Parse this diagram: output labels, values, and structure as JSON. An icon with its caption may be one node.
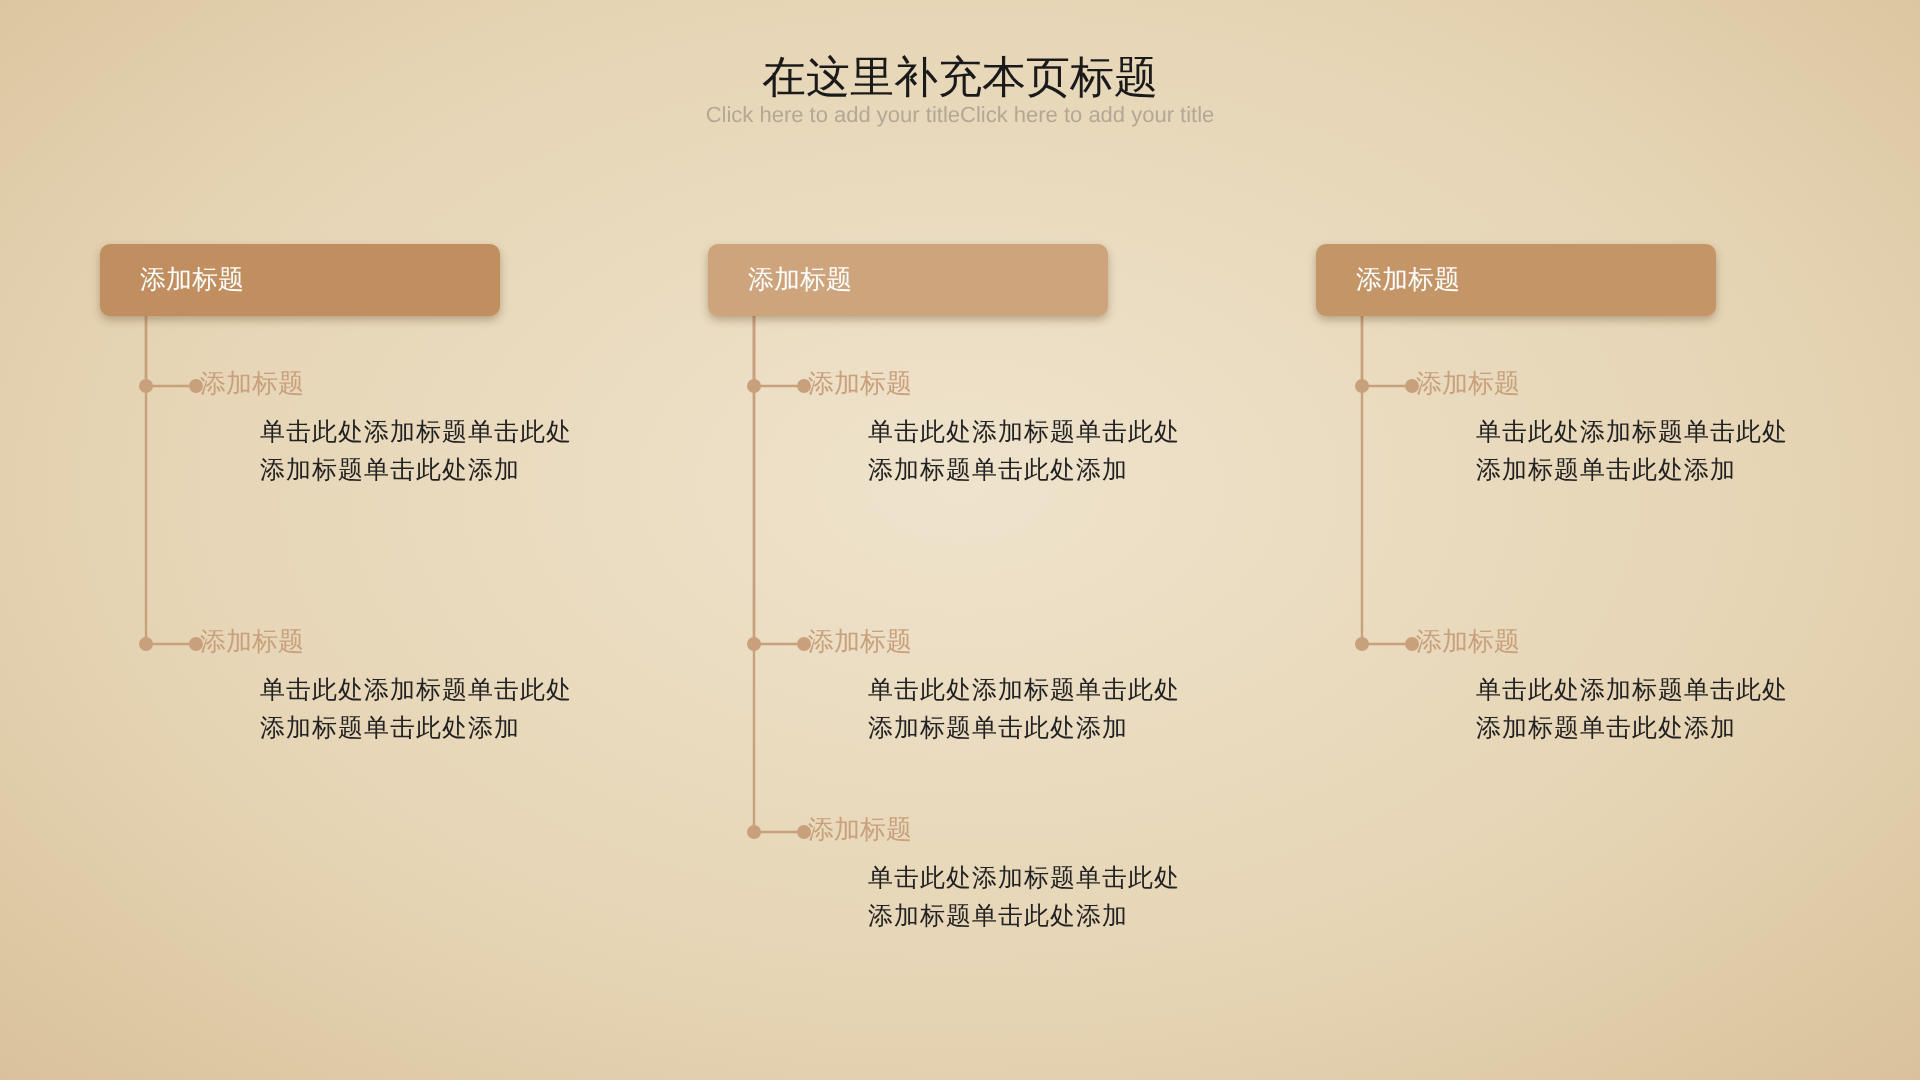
{
  "diagram": {
    "title": "在这里补充本页标题",
    "nodes": [
      {
        "text": [
          "添加标题"
        ]
      },
      {
        "text": [
          "添加标题",
          "单击此处添加标题单击此处添加标题单击此处添加"
        ]
      },
      {
        "text": [
          "添加标题",
          "单击此处添加标题单击此处添加标题单击此处添加"
        ]
      },
      {
        "text": [
          "添加标题"
        ]
      },
      {
        "text": [
          "添加标题",
          "单击此处添加标题单击此处添加标题单击此处添加"
        ]
      },
      {
        "text": [
          "添加标题",
          "单击此处添加标题单击此处添加标题单击此处添加"
        ]
      },
      {
        "text": [
          "添加标题",
          "单击此处添加标题单击此处添加标题单击此处添加"
        ]
      },
      {
        "text": [
          "添加标题"
        ]
      },
      {
        "text": [
          "添加标题",
          "单击此处添加标题单击此处添加标题单击此处添加"
        ]
      },
      {
        "text": [
          "添加标题",
          "单击此处添加标题单击此处添加标题单击此处添加"
        ]
      }
    ],
    "edges": [
      {
        "from": 0,
        "to": 1,
        "arrow": "other"
      },
      {
        "from": 0,
        "to": 2,
        "arrow": "other"
      },
      {
        "from": 3,
        "to": 4,
        "arrow": "other"
      },
      {
        "from": 3,
        "to": 5,
        "arrow": "other"
      },
      {
        "from": 3,
        "to": 6,
        "arrow": "other"
      },
      {
        "from": 7,
        "to": 8,
        "arrow": "other"
      },
      {
        "from": 7,
        "to": 9,
        "arrow": "other"
      }
    ],
    "labels": [
      "Click here to add your titleClick here to add your title"
    ]
  }
}
